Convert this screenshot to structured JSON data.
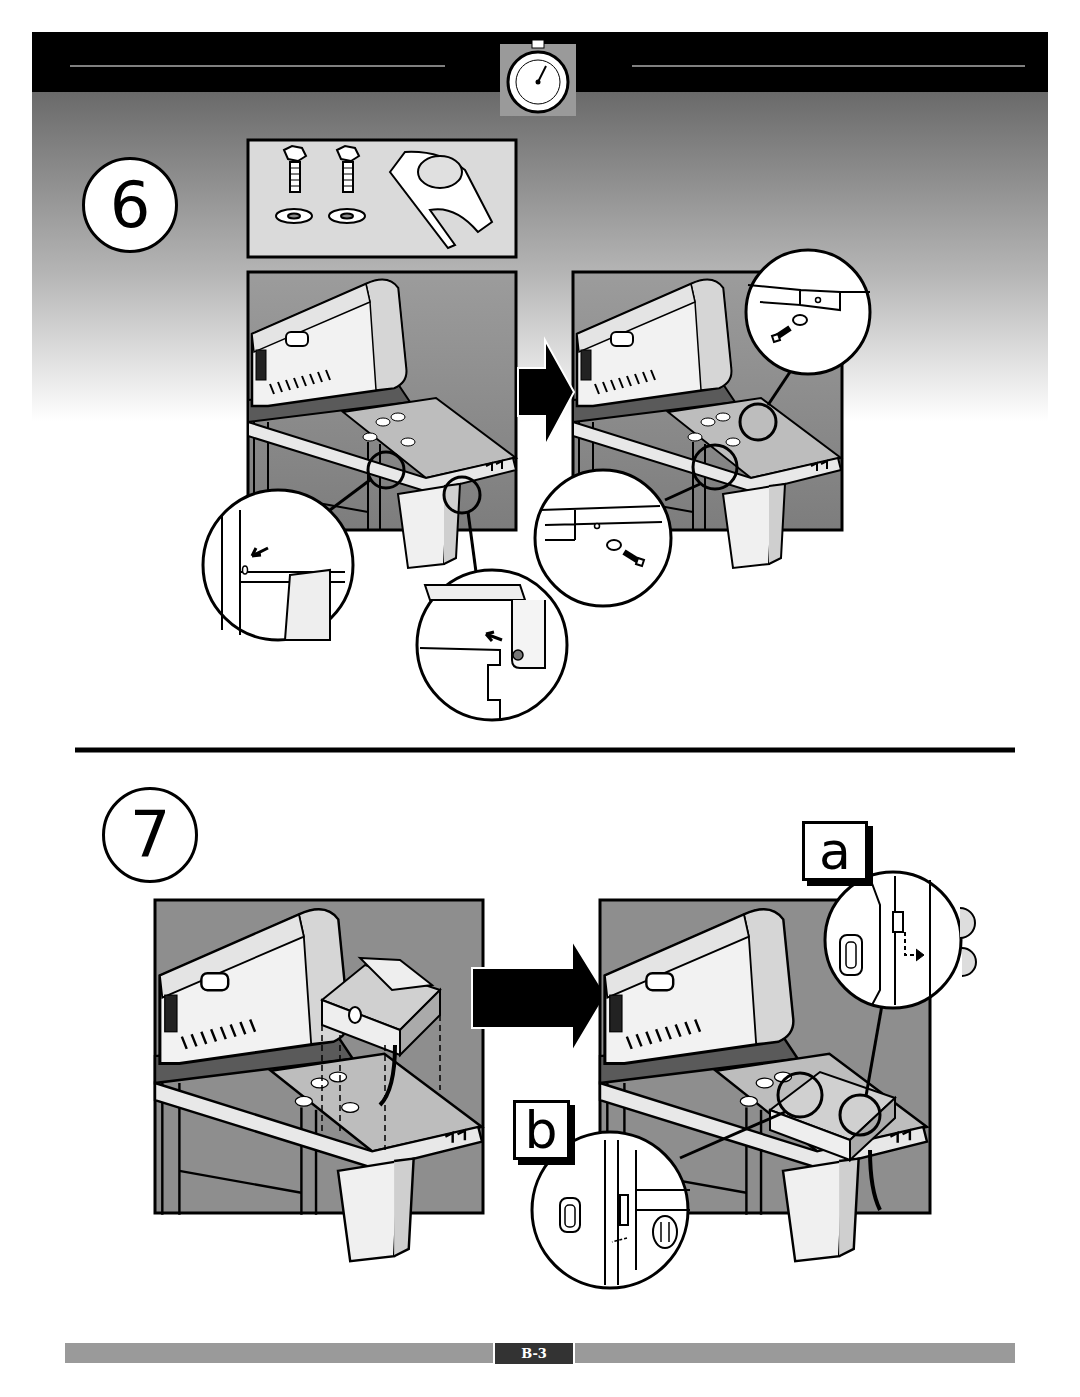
{
  "diagram": {
    "nodes": [
      {
        "text": [
          "6"
        ]
      },
      {
        "text": [
          "7"
        ]
      },
      {
        "text": [
          "a"
        ]
      },
      {
        "text": [
          "b"
        ]
      },
      {
        "text": [
          "B-3"
        ]
      }
    ],
    "edges": []
  }
}
